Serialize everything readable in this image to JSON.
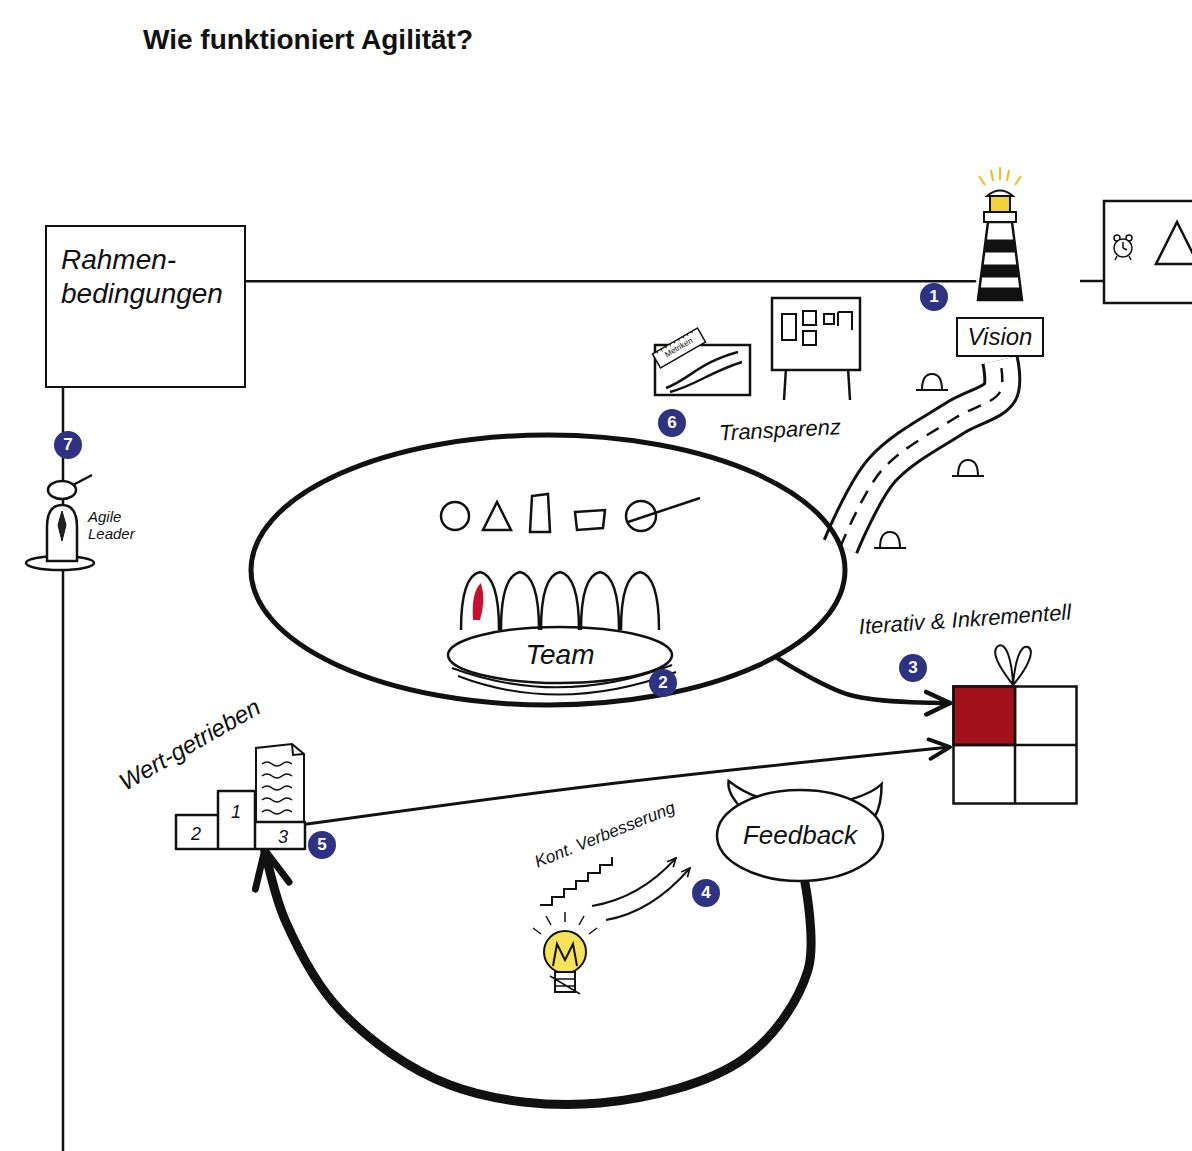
{
  "diagram": {
    "title": "Wie funktioniert Agilität?",
    "nodes": [
      {
        "text": [
          "Rahmen- bedingungen"
        ]
      },
      {
        "text": [
          "Vision"
        ]
      },
      {
        "text": [
          "Team"
        ]
      },
      {
        "text": [
          "Iterativ & Inkrementell"
        ]
      },
      {
        "text": [
          "Wert-getrieben"
        ]
      },
      {
        "text": [
          "Feedback"
        ]
      }
    ],
    "edges": [
      {
        "from": 0,
        "to": 1,
        "arrow": "none"
      },
      {
        "from": 2,
        "to": 1,
        "arrow": "none"
      },
      {
        "from": 2,
        "to": 3,
        "arrow": "to"
      },
      {
        "from": 4,
        "to": 3,
        "arrow": "to"
      },
      {
        "from": 5,
        "to": 4,
        "arrow": "to"
      }
    ],
    "labels": [
      "1",
      "Metriken",
      "6",
      "Transparenz",
      "7",
      "Agile Leader",
      "2",
      "3",
      "1",
      "2",
      "3",
      "5",
      "Kont. Verbesserung",
      "4"
    ]
  }
}
